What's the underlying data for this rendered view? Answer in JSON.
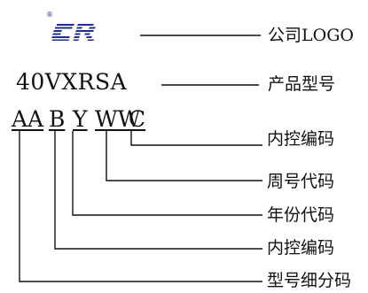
{
  "logo": {
    "text": "CR",
    "registered_mark": "®",
    "color": "#1f2f8a"
  },
  "top_labels": {
    "logo_label": "公司LOGO",
    "model_label": "产品型号"
  },
  "model_number": "40VXRSA",
  "code_segments": [
    {
      "text": "AA"
    },
    {
      "text": "B"
    },
    {
      "text": "Y"
    },
    {
      "text": "WW"
    },
    {
      "text": "C"
    }
  ],
  "breakdown_labels": [
    "内控编码",
    "周号代码",
    "年份代码",
    "内控编码",
    "型号细分码"
  ]
}
